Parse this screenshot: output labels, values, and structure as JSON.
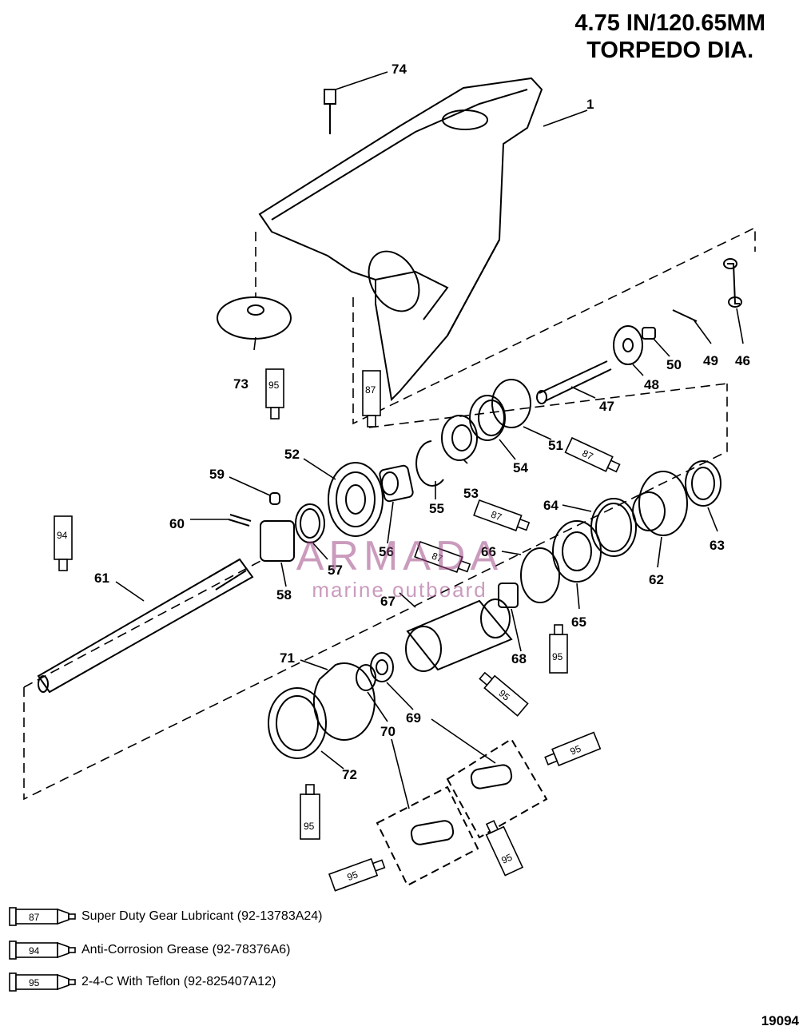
{
  "title": {
    "line1": "4.75 IN/120.65MM",
    "line2": "TORPEDO DIA."
  },
  "doc_number": "19094",
  "watermark": {
    "brand": "ARMADA",
    "tagline": "marine outboard",
    "color": "#a04a88"
  },
  "parts": [
    {
      "label": "1"
    },
    {
      "label": "74"
    },
    {
      "label": "73"
    },
    {
      "label": "46"
    },
    {
      "label": "49"
    },
    {
      "label": "50"
    },
    {
      "label": "48"
    },
    {
      "label": "47"
    },
    {
      "label": "51"
    },
    {
      "label": "54"
    },
    {
      "label": "53"
    },
    {
      "label": "55"
    },
    {
      "label": "52"
    },
    {
      "label": "59"
    },
    {
      "label": "60"
    },
    {
      "label": "56"
    },
    {
      "label": "57"
    },
    {
      "label": "58"
    },
    {
      "label": "61"
    },
    {
      "label": "64"
    },
    {
      "label": "62"
    },
    {
      "label": "63"
    },
    {
      "label": "66"
    },
    {
      "label": "65"
    },
    {
      "label": "67"
    },
    {
      "label": "68"
    },
    {
      "label": "71"
    },
    {
      "label": "69"
    },
    {
      "label": "70"
    },
    {
      "label": "72"
    }
  ],
  "tubes": [
    {
      "code": "95"
    },
    {
      "code": "87"
    },
    {
      "code": "94"
    },
    {
      "code": "87"
    },
    {
      "code": "87"
    },
    {
      "code": "87"
    },
    {
      "code": "95"
    },
    {
      "code": "95"
    },
    {
      "code": "95"
    },
    {
      "code": "95"
    },
    {
      "code": "95"
    },
    {
      "code": "95"
    }
  ],
  "legend": [
    {
      "code": "87",
      "text": "Super Duty Gear Lubricant (92-13783A24)"
    },
    {
      "code": "94",
      "text": "Anti-Corrosion Grease (92-78376A6)"
    },
    {
      "code": "95",
      "text": "2-4-C  With Teflon (92-825407A12)"
    }
  ]
}
